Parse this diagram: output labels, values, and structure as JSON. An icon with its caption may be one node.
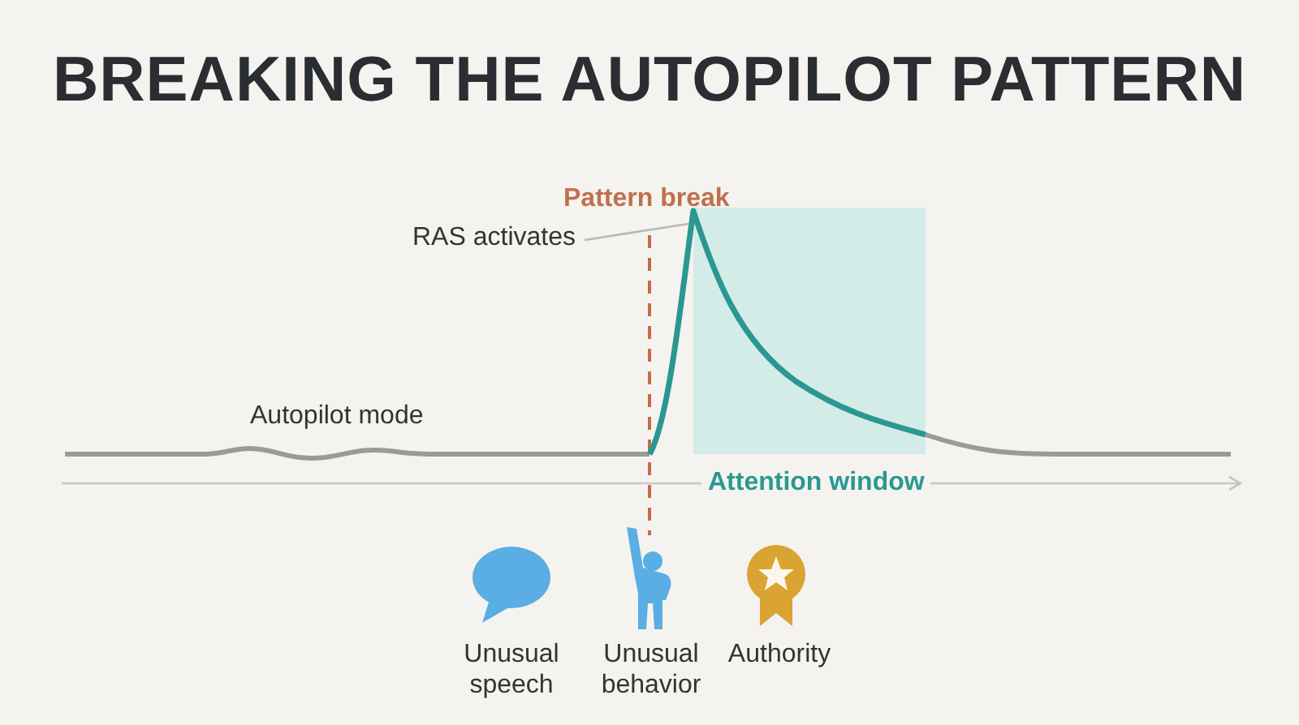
{
  "diagram": {
    "title": "BREAKING THE AUTOPILOT PATTERN",
    "nodes": [
      {
        "text": [
          "RAS activates"
        ]
      },
      {
        "text": [],
        "shape": "curve"
      }
    ],
    "edges": [
      {
        "from": 0,
        "to": 1,
        "arrow": "none"
      }
    ],
    "labels": [
      "Pattern break",
      "Autopilot mode",
      "Attention window",
      "Unusual speech",
      "Unusual behavior",
      "Authority"
    ]
  }
}
